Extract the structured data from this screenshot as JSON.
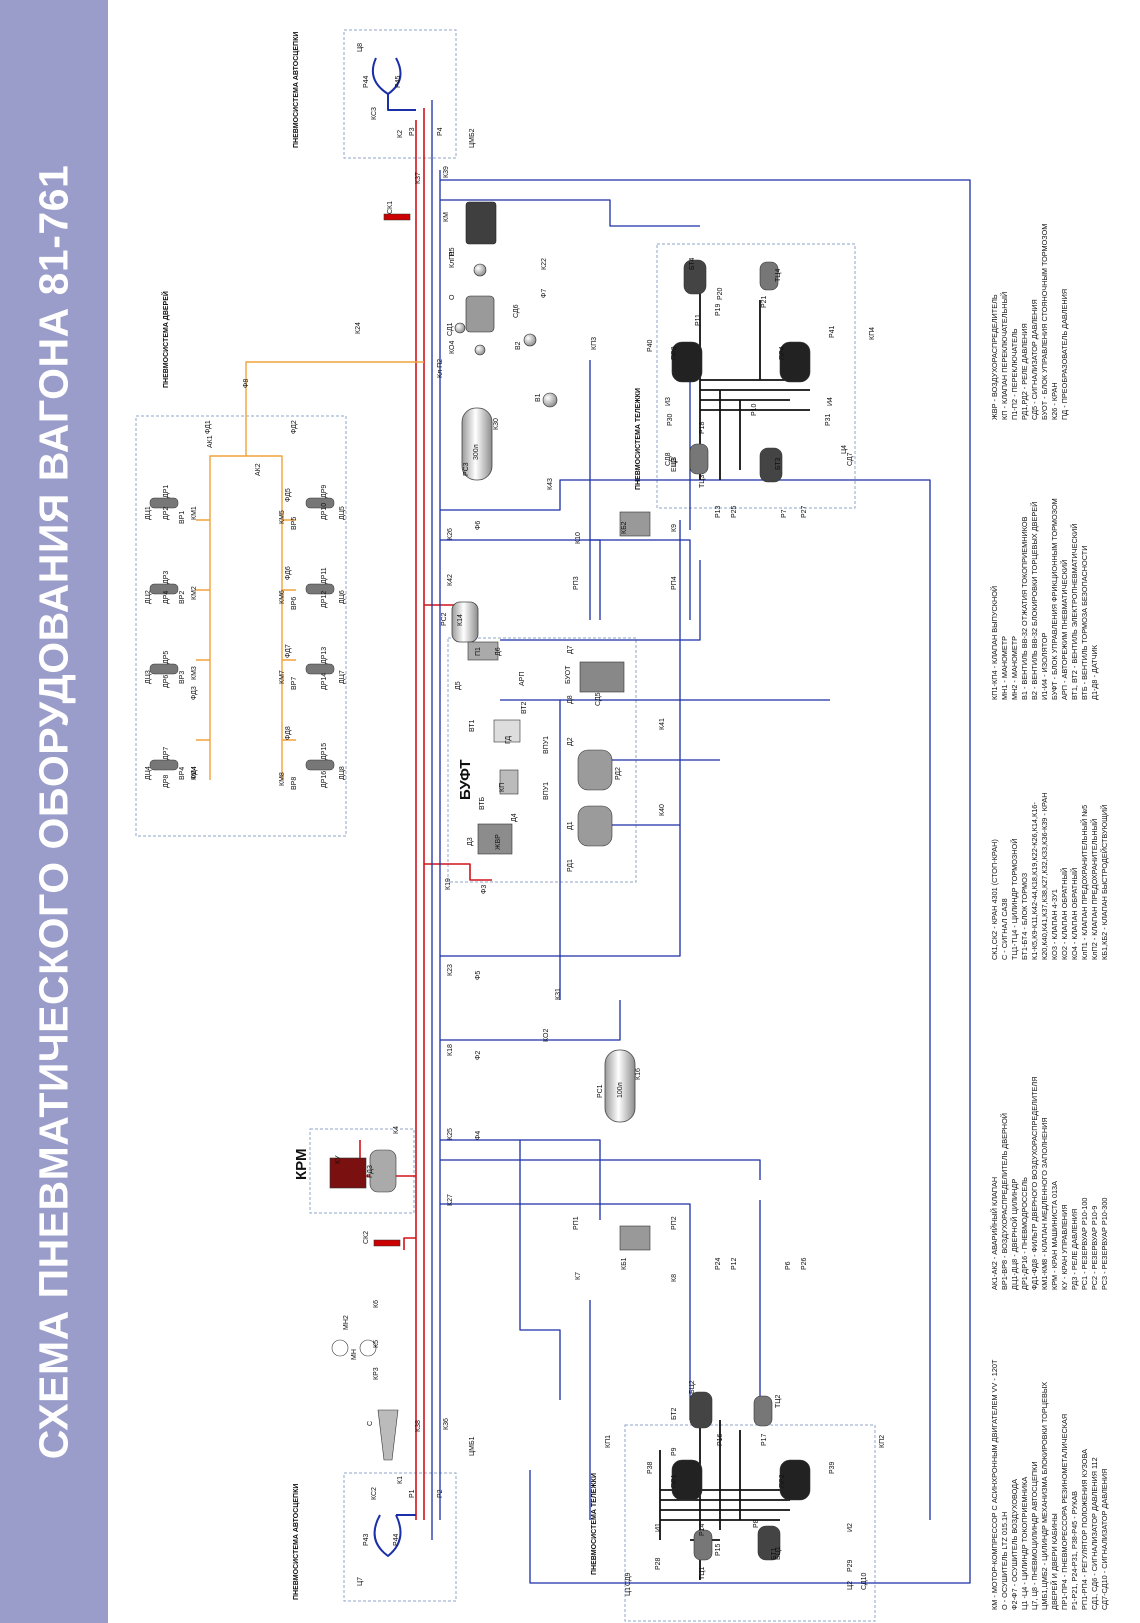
{
  "title": "СХЕМА ПНЕВМАТИЧЕСКОГО ОБОРУДОВАНИЯ ВАГОНА 81-761",
  "colors": {
    "banner": "#9a9cc9",
    "feed_line": "#d0141b",
    "brake_line": "#1b2fa8",
    "door_line": "#f2a23a",
    "control_line": "#111111"
  },
  "sections": {
    "door_system": "ПНЕВМОСИСТЕМА ДВЕРЕЙ",
    "bogie_top": "ПНЕВМОСИСТЕМА ТЕЛЕЖКИ",
    "bogie_bottom": "ПНЕВМОСИСТЕМА ТЕЛЕЖКИ",
    "coupler_top": "ПНЕВМОСИСТЕМА АВТОСЦЕПКИ",
    "coupler_bottom": "ПНЕВМОСИСТЕМА АВТОСЦЕПКИ",
    "buft": "БУФТ",
    "krm": "КРМ"
  },
  "components": {
    "km": "КМ",
    "o": "О",
    "klp1": "КлП1",
    "p5": "Р5",
    "sd1": "СД1",
    "ko4": "КО4",
    "klp2": "Кл П2",
    "rs3": "РС3",
    "k30": "К30",
    "rs3_vol": "300л",
    "sd6": "СД6",
    "b2": "В2",
    "b1": "В1",
    "f7": "Ф7",
    "k22": "К22",
    "cmb2": "ЦМБ2",
    "k24": "К24",
    "f8": "Ф8",
    "sk1": "СК1",
    "k37": "К37",
    "k39": "К39",
    "k43": "К43",
    "k26": "К26",
    "f6": "Ф6",
    "k42": "К42",
    "rs2": "РС2",
    "k14": "К14",
    "k19": "К19",
    "f3": "Ф3",
    "k23": "К23",
    "f5": "Ф5",
    "k18": "К18",
    "f2": "Ф2",
    "ko2": "КО2",
    "k31": "К31",
    "rs1": "РС1",
    "rs1_vol": "100л",
    "k16": "К16",
    "k25": "К25",
    "f4": "Ф4",
    "k27": "К27",
    "k4": "К4",
    "ku": "КУ",
    "rd3": "РД3",
    "sk2": "СК2",
    "mn": "МН",
    "mn2": "МН2",
    "k5": "К5",
    "k6": "К6",
    "kr3": "КР3",
    "c": "С",
    "k38": "К38",
    "k36": "К36",
    "cmb1": "ЦМБ1",
    "k1": "К1",
    "k2": "К2",
    "ks2": "КС2",
    "ks3": "КС3",
    "p1": "Р1",
    "p2": "Р2",
    "p3": "Р3",
    "p4": "Р4",
    "p43": "Р43",
    "p44a": "Р44",
    "p44b": "Р44",
    "p45": "Р45",
    "c7": "Ц7",
    "c8": "Ц8",
    "rp1": "РП1",
    "rp2": "РП2",
    "rp3": "РП3",
    "rp4": "РП4",
    "k7": "К7",
    "k8": "К8",
    "k9": "К9",
    "k10": "К10",
    "kb1": "КБ1",
    "kb2": "КБ2",
    "k40": "К40",
    "k41": "К41",
    "p24": "Р24",
    "p12": "Р12",
    "p6": "Р6",
    "p26": "Р26",
    "p13": "Р13",
    "p25": "Р25",
    "p7": "Р7",
    "p27": "Р27",
    "zhvr": "ЖВР",
    "btb": "ВТБ",
    "d3": "Д3",
    "d4": "Д4",
    "rd1": "РД1",
    "d1": "Д1",
    "vpu1a": "ВПУ1",
    "vpu1b": "ВПУ1",
    "d2": "Д2",
    "rd2": "РД2",
    "kp": "КП",
    "bt1": "ВТ1",
    "bt2": "ВТ2",
    "gd": "ГД",
    "arp": "АРП",
    "d5": "Д5",
    "d6": "Д6",
    "kp_box": "П1",
    "d7": "Д7",
    "d8": "Д8",
    "buot": "БУОТ",
    "sd5": "СД5"
  },
  "bogie_bottom_parts": {
    "bc1": "БЦ1",
    "tc1": "ТЦ1",
    "bc2": "БЦ2",
    "tc2": "ТЦ2",
    "pr1": "ПР1",
    "pr2": "ПР2",
    "kp1": "КП1",
    "kp2": "КП2",
    "sd9": "СД9",
    "sd10": "СД10",
    "c1": "Ц1",
    "c2": "Ц2",
    "i1": "И1",
    "i2": "И2",
    "p8": "Р8",
    "p9": "Р9",
    "p14": "Р14",
    "p15": "Р15",
    "p16": "Р16",
    "p17": "Р17",
    "p28": "Р28",
    "p29": "Р29",
    "p38": "Р38",
    "p39": "Р39",
    "bt1": "БТ1",
    "bt2": "БТ2"
  },
  "bogie_top_parts": {
    "bt3": "БТ3",
    "bt4": "БТ4",
    "tc3": "ТЦ3",
    "tc4": "ТЦ4",
    "pr3": "ПР3",
    "pr4": "ПР4",
    "kp3": "КП3",
    "kp4": "КП4",
    "sd7": "СД7",
    "sd8": "СД8",
    "c3": "Ц3",
    "c4": "Ц4",
    "i3": "И3",
    "i4": "И4",
    "p10": "Р10",
    "p11": "Р11",
    "p18": "Р18",
    "p19": "Р19",
    "p20": "Р20",
    "p21": "Р21",
    "p30": "Р30",
    "p31": "Р31",
    "p40": "Р40",
    "p41": "Р41",
    "bc3": "ЕЦ3"
  },
  "door_parts": {
    "ak1": "АК1",
    "ak2": "АК2",
    "fd1": "ФД1",
    "fd2": "ФД2",
    "fd3": "ФД3",
    "fd4": "ФД4",
    "fd5": "ФД5",
    "fd6": "ФД6",
    "fd7": "ФД7",
    "fd8": "ФД8",
    "dc1": "ДЦ1",
    "dc2": "ДЦ2",
    "dc3": "ДЦ3",
    "dc4": "ДЦ4",
    "dc5": "ДЦ5",
    "dc6": "ДЦ6",
    "dc7": "ДЦ7",
    "dc8": "ДЦ8",
    "dr1": "ДР1",
    "dr2": "ДР2",
    "dr3": "ДР3",
    "dr4": "ДР4",
    "dr5": "ДР5",
    "dr6": "ДР6",
    "dr7": "ДР7",
    "dr8": "ДР8",
    "dr9": "ДР9",
    "dr10": "ДР10",
    "dr11": "ДР11",
    "dr12": "ДР12",
    "dr13": "ДР13",
    "dr14": "ДР14",
    "dr15": "ДР15",
    "dr16": "ДР16",
    "vr1": "ВР1",
    "vr2": "ВР2",
    "vr3": "ВР3",
    "vr4": "ВР4",
    "vr5": "ВР5",
    "vr6": "ВР6",
    "vr7": "ВР7",
    "vr8": "ВР8",
    "km1": "КМ1",
    "km2": "КМ2",
    "km3": "КМ3",
    "km4": "КМ4",
    "km5": "КМ5",
    "km6": "КМ6",
    "km7": "КМ7",
    "km8": "КМ8"
  },
  "legend": {
    "col1": [
      "КМ - МОТОР-КОМПРЕССОР С АСИНХРОННЫМ ДВИГАТЕЛЕМ VV - 120Т",
      "О - ОСУШИТЕЛЬ LTZ 015.1H",
      "Ф2-Ф7 - ОСУШИТЕЛЬ ВОЗДУХОВОДА",
      "Ц1 -Ц4 - ЦИЛИНДР ТОКОПРИЕМНИКА",
      "Ц7, Ц8 - ПНЕВМОЦИЛИНДР АВТОСЦЕПКИ",
      "ЦМБ1,ЦМБ2 - ЦИЛИНДР МЕХАНИЗМА БЛОКИРОВКИ ТОРЦЕВЫХ",
      "ДВЕРЕЙ И ДВЕРИ КАБИНЫ",
      "ПР1-ПР4 - ПНЕВМОРЕССОРА РЕЗИНОМЕТАЛИЧЕСКАЯ",
      "Р1-Р21, Р24-Р31, Р38-Р45 - РУКАВ",
      "РП1-РП4 - РЕГУЛЯТОР ПОЛОЖЕНИЯ КУЗОВА",
      "СД1, СД6 - СИГНАЛИЗАТОР ДАВЛЕНИЯ 112",
      "СД7-СД10 - СИГНАЛИЗАТОР ДАВЛЕНИЯ"
    ],
    "col2": [
      "АК1-АК2 - АВАРИЙНЫЙ КЛАПАН",
      "ВР1-ВР8 - ВОЗДУХОРАСПРЕДЕЛИТЕЛЬ ДВЕРНОЙ",
      "ДЦ1-ДЦ8 - ДВЕРНОЙ ЦИЛИНДР",
      "ДР1-ДР16 - ПНЕВМОДРОССЕЛЬ",
      "ФД1-ФД8 - ФИЛЬТР ДВЕРНОГО ВОЗДУХОРАСПРЕДЕЛИТЕЛЯ",
      "КМ1-КМ8 - КЛАПАН МЕДЛЕННОГО ЗАПОЛНЕНИЯ",
      "КРМ - КРАН МАШИНИСТА 013А",
      "КУ - КРАН УПРАВЛЕНИЯ",
      "РД3 - РЕЛЕ ДАВЛЕНИЯ",
      "РС1 - РЕЗЕРВУАР Р10-100",
      "РС2 - РЕЗЕРВУАР Р10-9",
      "РС3 - РЕЗЕРВУАР Р10-300"
    ],
    "col3": [
      "СК1,СК2 - КРАН 4301 (СТОП-КРАН)",
      "С - СИГНАЛ САЗ8",
      "ТЦ1-ТЦ4 - ЦИЛИНДР ТОРМОЗНОЙ",
      "БТ1-БТ4 - БЛОК ТОРМОЗ",
      "К1-К5,К9-К11,К42-44,К18,К19,К22-К26,К14,К16-",
      "К20,К40,К41,К37,К38,К27,К32,К33,К36-К39 - КРАН",
      "КО3 - КЛАПАН 4-3У1",
      "КО2 - КЛАПАН ОБРАТНЫЙ",
      "КО4 - КЛАПАН ОБРАТНЫЙ",
      "КлП1 - КЛАПАН ПРЕДОХРАНИТЕЛЬНЫЙ №5",
      "КлП2 - КЛАПАН ПРЕДОХРАНИТЕЛЬНЫЙ",
      "КБ1,КБ2 - КЛАПАН БЫСТРОДЕЙСТВУЮЩИЙ"
    ],
    "col4": [
      "КП1-КП4 - КЛАПАН ВЫПУСКНОЙ",
      "МН1 - МАНОМЕТР",
      "МН2 - МАНОМЕТР",
      "В1 - ВЕНТИЛЬ ВВ-32 ОТЖАТИЯ ТОКОПРИЕМНИКОВ",
      "В2 - ВЕНТИЛЬ ВВ-32 БЛОКИРОВКИ ТОРЦЕВЫХ ДВЕРЕЙ",
      "И1-И4 - ИЗОЛЯТОР",
      "БУФТ - БЛОК УПРАВЛЕНИЯ ФРИКЦИОННЫМ ТОРМОЗОМ",
      "АРП - АВТОРЕЖИМ ПНЕВМАТИЧЕСКИЙ",
      "ВТ1, ВТ2 - ВЕНТИЛЬ ЭЛЕКТРОПНЕВМАТИЧЕСКИЙ",
      "ВТБ - ВЕНТИЛЬ ТОРМОЗА БЕЗОПАСНОСТИ",
      "Д1-Д8 - ДАТЧИК"
    ],
    "col5": [
      "ЖВР - ВОЗДУХОРАСПРЕДЕЛИТЕЛЬ",
      "КП - КЛАПАН ПЕРЕКЛЮЧАТЕЛЬНЫЙ",
      "П1-П2 - ПЕРЕКЛЮЧАТЕЛЬ",
      "РД1,РД2 - РЕЛЕ ДАВЛЕНИЯ",
      "СД5 - СИГНАЛИЗАТОР ДАВЛЕНИЯ",
      "БУОТ - БЛОК УПРАВЛЕНИЯ СТОЯНОЧНЫМ ТОРМОЗОМ",
      "К26 - КРАН",
      "ПД - ПРЕОБРАЗОВАТЕЛЬ ДАВЛЕНИЯ"
    ]
  }
}
